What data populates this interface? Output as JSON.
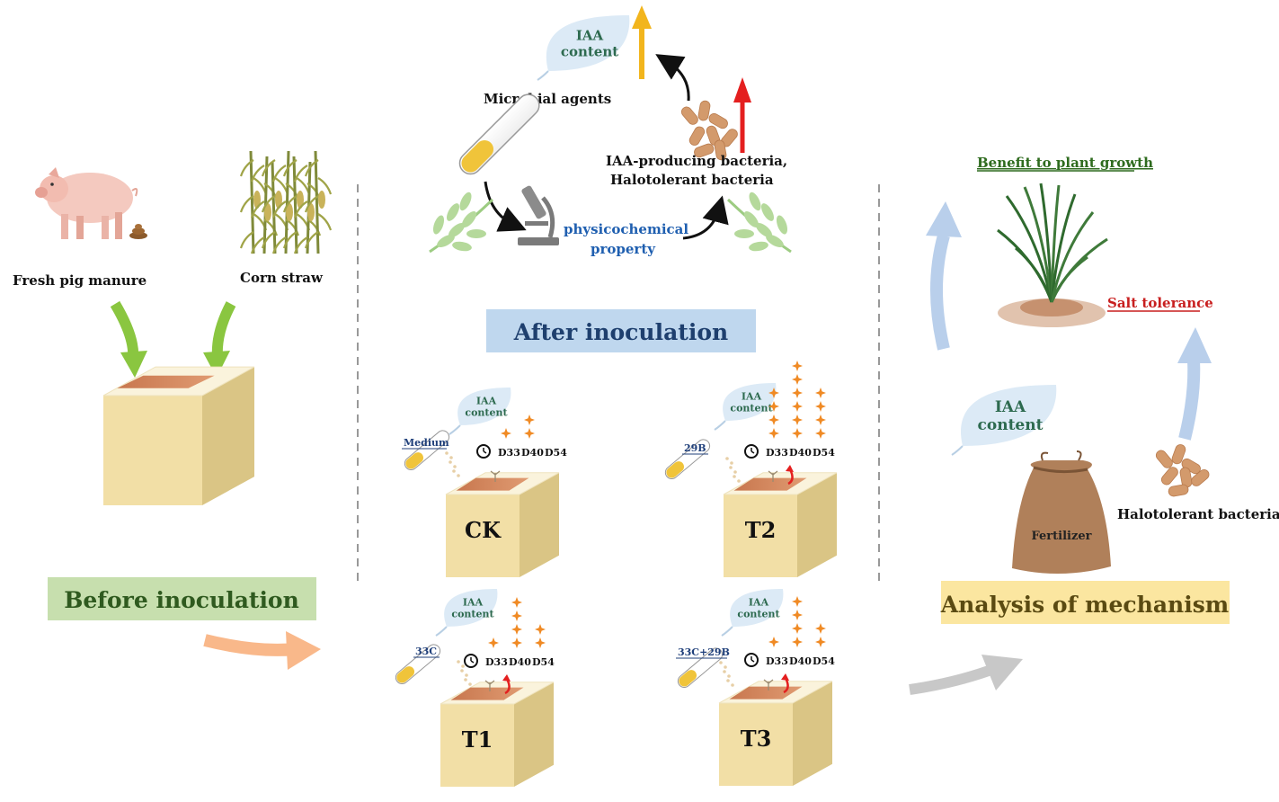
{
  "left": {
    "pig_label": "Fresh pig manure",
    "straw_label": "Corn straw",
    "before_title": "Before inoculation"
  },
  "top": {
    "iaa_leaf": "IAA content",
    "microbial_label": "Microbial agents",
    "bacteria_line1": "IAA-producing bacteria,",
    "bacteria_line2": "Halotolerant bacteria",
    "physico_line1": "physicochemical",
    "physico_line2": "property"
  },
  "middle": {
    "after_title": "After inoculation",
    "days": [
      "D33",
      "D40",
      "D54"
    ],
    "treatments": [
      {
        "name": "CK",
        "agent": "Medium",
        "leaf": "IAA content",
        "stars": [
          1,
          2,
          0
        ]
      },
      {
        "name": "T2",
        "agent": "29B",
        "leaf": "IAA content",
        "stars": [
          4,
          6,
          4
        ]
      },
      {
        "name": "T1",
        "agent": "33C",
        "leaf": "IAA content",
        "stars": [
          1,
          4,
          2
        ]
      },
      {
        "name": "T3",
        "agent": "33C+29B",
        "leaf": "IAA content",
        "stars": [
          1,
          4,
          2
        ]
      }
    ]
  },
  "right": {
    "benefit": "Benefit to plant growth",
    "salt": "Salt tolerance",
    "iaa_leaf": "IAA content",
    "fertilizer": "Fertilizer",
    "halo": "Halotolerant bacteria",
    "analysis_title": "Analysis of mechanism"
  },
  "colors": {
    "box_front": "#f2dfa6",
    "box_side": "#dac585",
    "box_top": "#faf3dc",
    "soil": "#cf7a4f",
    "before_bg": "#c7dfae",
    "after_bg": "#bfd7ee",
    "analysis_bg": "#fbe6a0",
    "star": "#f08a24",
    "leaf": "#dceaf6"
  }
}
